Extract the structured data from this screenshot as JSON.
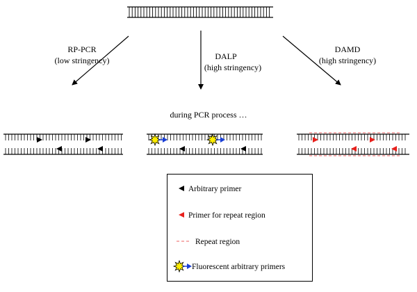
{
  "methods": [
    {
      "name": "RP-PCR",
      "condition": "(low stringency)"
    },
    {
      "name": "DALP",
      "condition": "(high stringency)"
    },
    {
      "name": "DAMD",
      "condition": "(high stringency)"
    }
  ],
  "process_label": "during PCR process …",
  "legend": {
    "arbitrary_primer": "Arbitrary primer",
    "repeat_primer": "Primer for repeat region",
    "repeat_region": "Repeat region",
    "fluorescent": "Fluorescent arbitrary primers"
  },
  "colors": {
    "strand": "#000000",
    "arbitrary_primer": "#000000",
    "repeat_primer": "#e8201c",
    "repeat_region": "#f08080",
    "fluorescent_star": "#ffee00",
    "fluorescent_arrow": "#1a3fd6"
  }
}
